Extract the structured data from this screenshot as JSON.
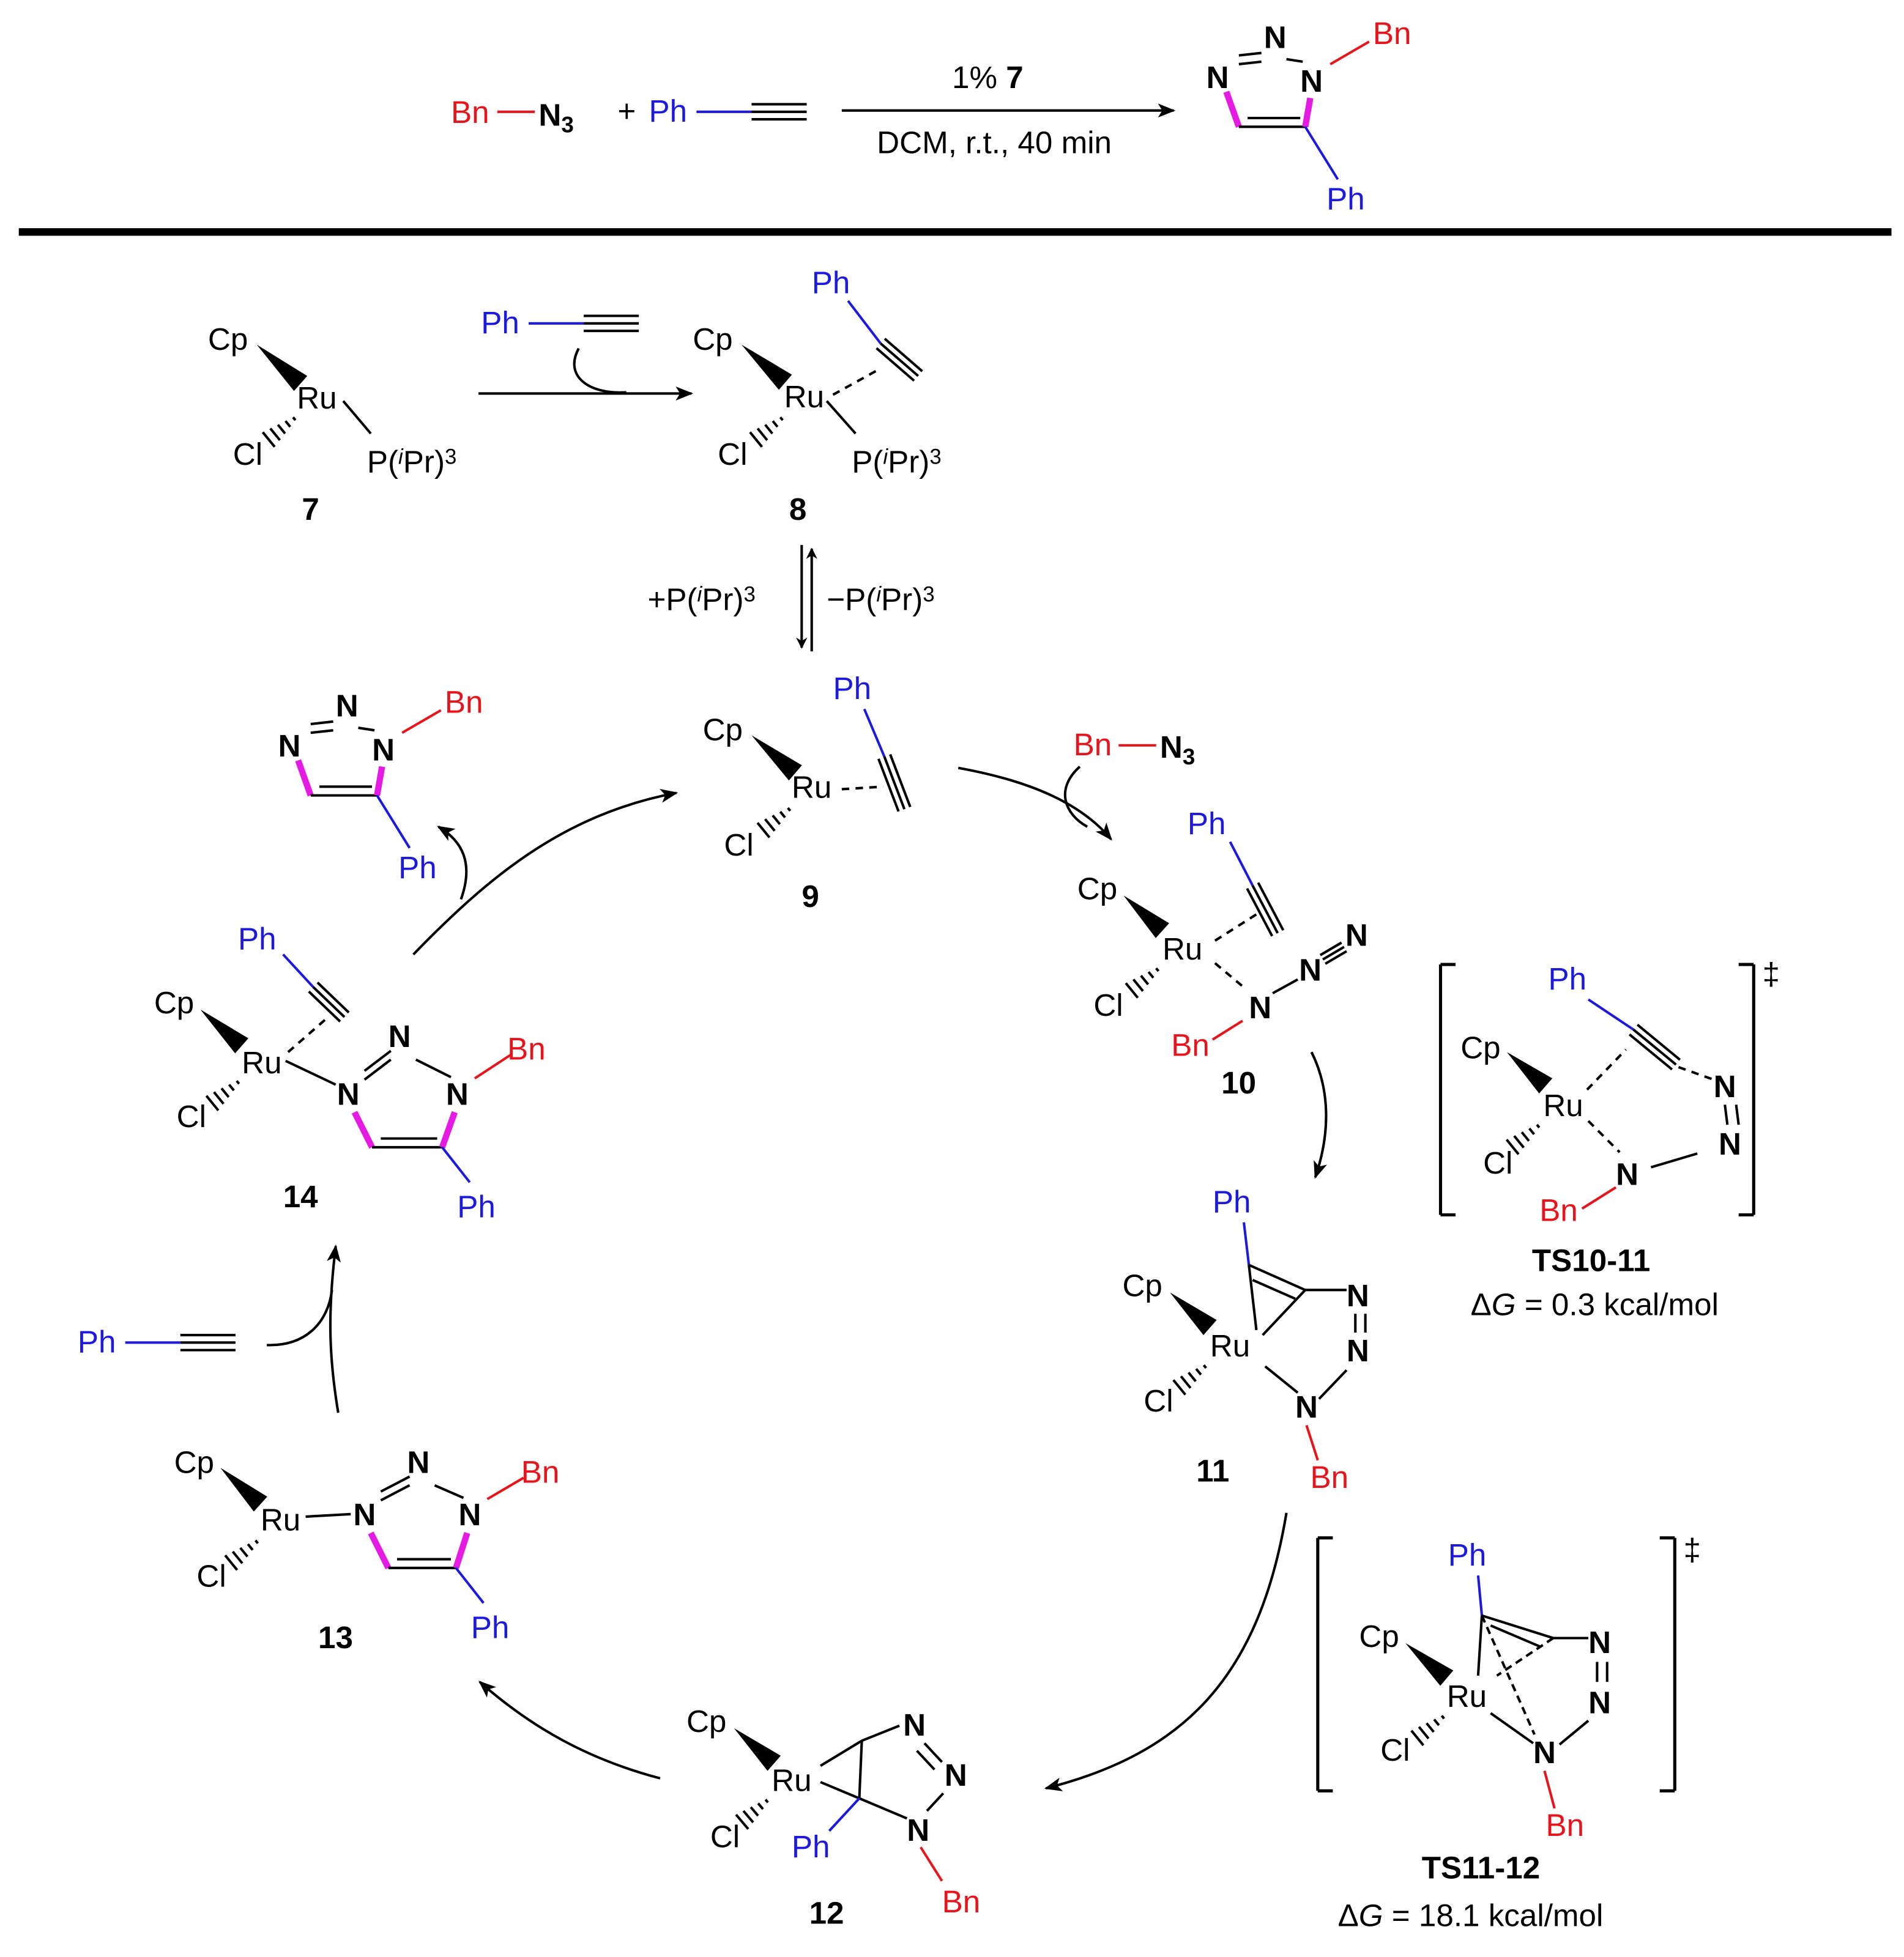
{
  "colors": {
    "benzyl": "#e8141b",
    "phenyl": "#1d1ae0",
    "new_bond": "#e51be3",
    "ink": "#000000"
  },
  "text": {
    "bn": "Bn",
    "ph": "Ph",
    "n": "N",
    "n3": "N",
    "n3_sub": "3",
    "cp": "Cp",
    "ru": "Ru",
    "cl": "Cl",
    "p_open": "P(",
    "i": "i",
    "pr_close": "Pr)",
    "three": "3",
    "plus": "+",
    "plus_p": "+P(",
    "minus_p": "−P(",
    "dagger": "‡"
  },
  "reaction": {
    "catalyst_pre": "1% ",
    "catalyst_id": "7",
    "conditions": "DCM, r.t., 40 min"
  },
  "compounds": {
    "c7": "7",
    "c8": "8",
    "c9": "9",
    "c10": "10",
    "c11": "11",
    "c12": "12",
    "c13": "13",
    "c14": "14"
  },
  "transition_states": {
    "ts1": {
      "label": "TS10-11",
      "dg_pre": "Δ",
      "dg_g": "G",
      "dg_value": " = 0.3 kcal/mol"
    },
    "ts2": {
      "label": "TS11-12",
      "dg_pre": "Δ",
      "dg_g": "G",
      "dg_value": " = 18.1 kcal/mol"
    }
  }
}
